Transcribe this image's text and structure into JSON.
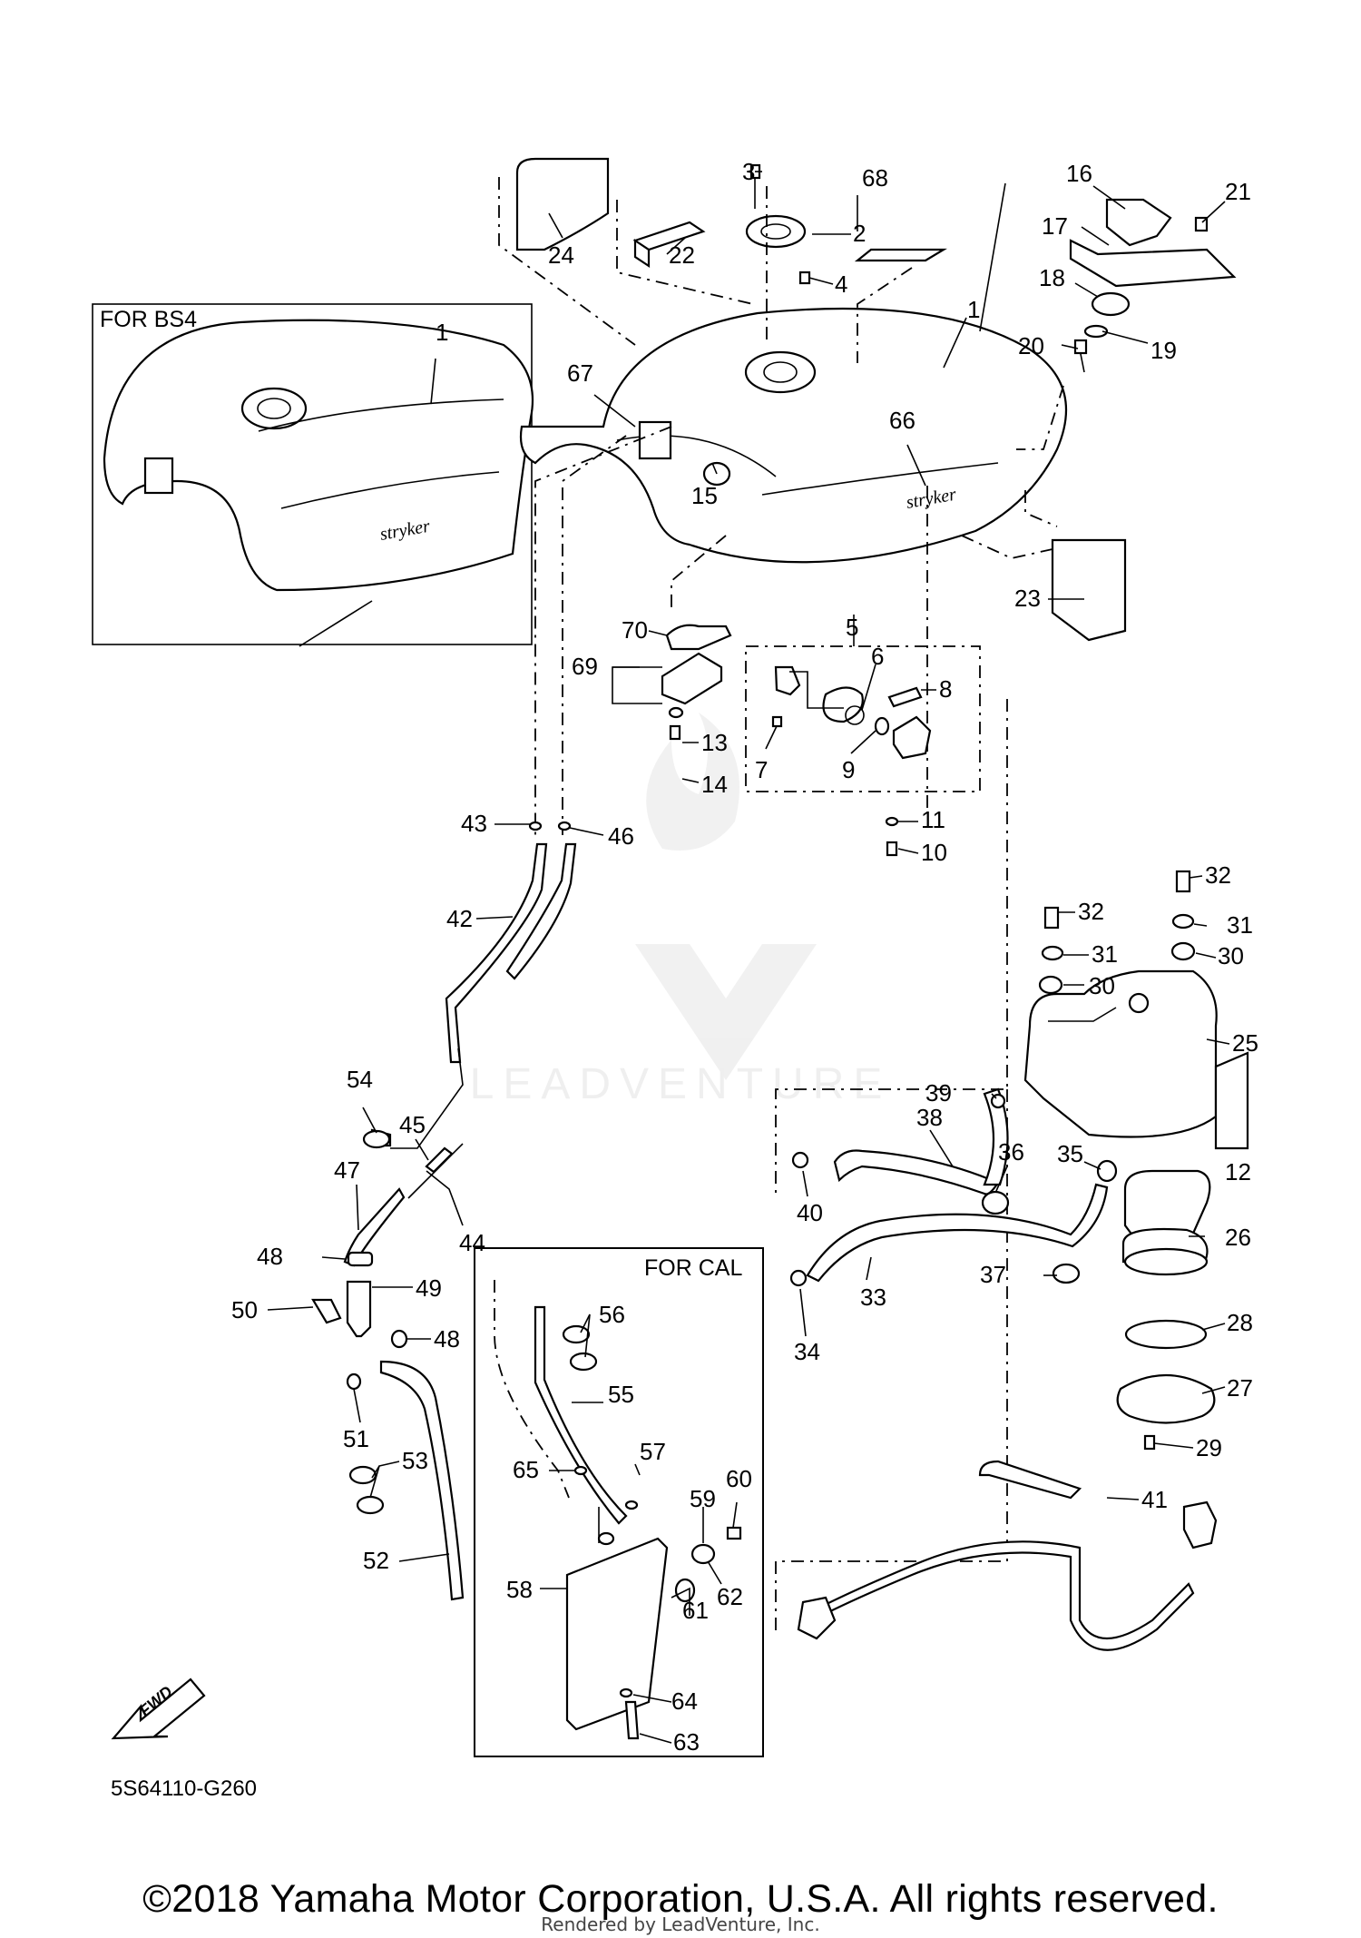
{
  "diagram": {
    "code": "5S64110-G260",
    "fwd_label": "FWD",
    "boxes": {
      "bs4": "FOR BS4",
      "cal": "FOR CAL"
    },
    "watermark": "LEADVENTURE",
    "callouts": [
      {
        "id": "c1",
        "text": "1"
      },
      {
        "id": "c1b",
        "text": "1"
      },
      {
        "id": "c2",
        "text": "2"
      },
      {
        "id": "c3",
        "text": "3"
      },
      {
        "id": "c4",
        "text": "4"
      },
      {
        "id": "c5",
        "text": "5"
      },
      {
        "id": "c6",
        "text": "6"
      },
      {
        "id": "c7",
        "text": "7"
      },
      {
        "id": "c8",
        "text": "8"
      },
      {
        "id": "c9",
        "text": "9"
      },
      {
        "id": "c10",
        "text": "10"
      },
      {
        "id": "c11",
        "text": "11"
      },
      {
        "id": "c12",
        "text": "12"
      },
      {
        "id": "c13",
        "text": "13"
      },
      {
        "id": "c14",
        "text": "14"
      },
      {
        "id": "c15",
        "text": "15"
      },
      {
        "id": "c16",
        "text": "16"
      },
      {
        "id": "c17",
        "text": "17"
      },
      {
        "id": "c18",
        "text": "18"
      },
      {
        "id": "c19",
        "text": "19"
      },
      {
        "id": "c20",
        "text": "20"
      },
      {
        "id": "c21",
        "text": "21"
      },
      {
        "id": "c22",
        "text": "22"
      },
      {
        "id": "c23",
        "text": "23"
      },
      {
        "id": "c24",
        "text": "24"
      },
      {
        "id": "c25",
        "text": "25"
      },
      {
        "id": "c26",
        "text": "26"
      },
      {
        "id": "c27",
        "text": "27"
      },
      {
        "id": "c28",
        "text": "28"
      },
      {
        "id": "c29",
        "text": "29"
      },
      {
        "id": "c30",
        "text": "30"
      },
      {
        "id": "c30b",
        "text": "30"
      },
      {
        "id": "c31",
        "text": "31"
      },
      {
        "id": "c31b",
        "text": "31"
      },
      {
        "id": "c32",
        "text": "32"
      },
      {
        "id": "c32b",
        "text": "32"
      },
      {
        "id": "c33",
        "text": "33"
      },
      {
        "id": "c34",
        "text": "34"
      },
      {
        "id": "c35",
        "text": "35"
      },
      {
        "id": "c36",
        "text": "36"
      },
      {
        "id": "c37",
        "text": "37"
      },
      {
        "id": "c38",
        "text": "38"
      },
      {
        "id": "c39",
        "text": "39"
      },
      {
        "id": "c40",
        "text": "40"
      },
      {
        "id": "c41",
        "text": "41"
      },
      {
        "id": "c42",
        "text": "42"
      },
      {
        "id": "c43",
        "text": "43"
      },
      {
        "id": "c44",
        "text": "44"
      },
      {
        "id": "c45",
        "text": "45"
      },
      {
        "id": "c46",
        "text": "46"
      },
      {
        "id": "c47",
        "text": "47"
      },
      {
        "id": "c48",
        "text": "48"
      },
      {
        "id": "c48b",
        "text": "48"
      },
      {
        "id": "c49",
        "text": "49"
      },
      {
        "id": "c50",
        "text": "50"
      },
      {
        "id": "c51",
        "text": "51"
      },
      {
        "id": "c52",
        "text": "52"
      },
      {
        "id": "c53",
        "text": "53"
      },
      {
        "id": "c54",
        "text": "54"
      },
      {
        "id": "c55",
        "text": "55"
      },
      {
        "id": "c56",
        "text": "56"
      },
      {
        "id": "c57",
        "text": "57"
      },
      {
        "id": "c58",
        "text": "58"
      },
      {
        "id": "c59",
        "text": "59"
      },
      {
        "id": "c60",
        "text": "60"
      },
      {
        "id": "c61",
        "text": "61"
      },
      {
        "id": "c62",
        "text": "62"
      },
      {
        "id": "c63",
        "text": "63"
      },
      {
        "id": "c64",
        "text": "64"
      },
      {
        "id": "c65",
        "text": "65"
      },
      {
        "id": "c66",
        "text": "66"
      },
      {
        "id": "c67",
        "text": "67"
      },
      {
        "id": "c68",
        "text": "68"
      },
      {
        "id": "c69",
        "text": "69"
      },
      {
        "id": "c70",
        "text": "70"
      }
    ]
  },
  "footer": {
    "copyright": "©2018 Yamaha Motor Corporation, U.S.A. All rights reserved.",
    "rendered_by": "Rendered by LeadVenture, Inc."
  }
}
